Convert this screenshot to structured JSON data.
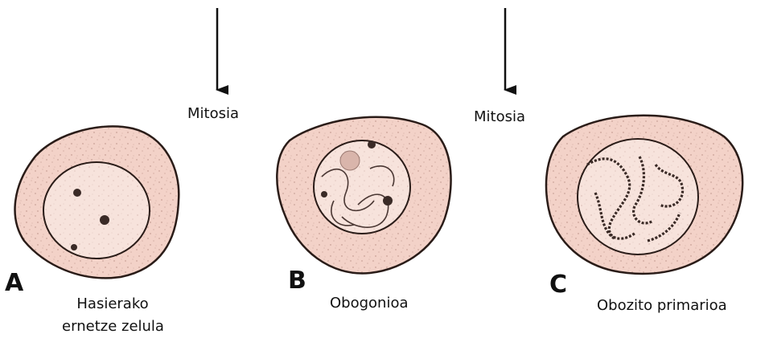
{
  "arrows": [
    {
      "label": "Mitosia"
    },
    {
      "label": "Mitosia"
    }
  ],
  "cells": [
    {
      "letter": "A",
      "caption_line1": "Hasierako",
      "caption_line2": "ernetze zelula"
    },
    {
      "letter": "B",
      "caption_line1": "Obogonioa"
    },
    {
      "letter": "C",
      "caption_line1": "Obozito primarioa"
    }
  ],
  "colors": {
    "cytoplasm": "#f3d2c8",
    "outline": "#2a1c18",
    "nucleus": "#f6e0d8",
    "chromatin": "#3a2a26"
  }
}
